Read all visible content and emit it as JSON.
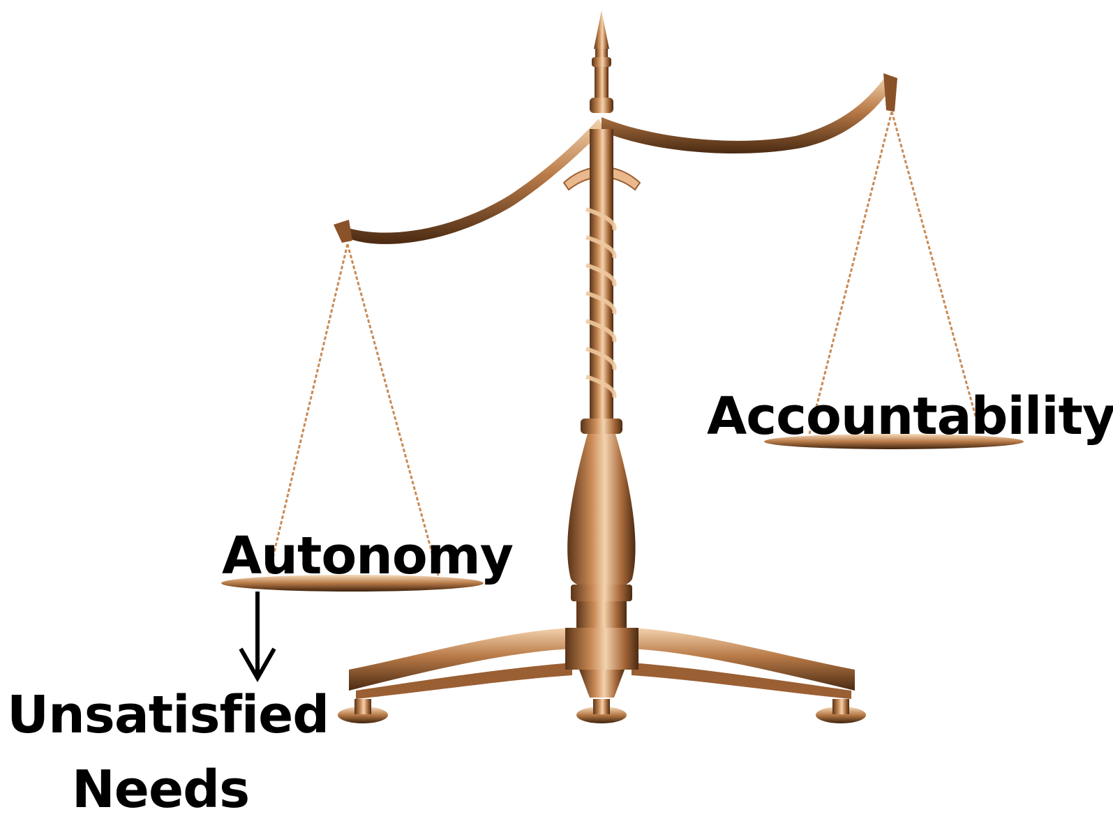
{
  "labels": {
    "accountability": "Accountability",
    "autonomy": "Autonomy",
    "unsatisfied_line1": "Unsatisfied",
    "unsatisfied_line2": "Needs"
  },
  "colors": {
    "background": "#ffffff",
    "metal_dark": "#5a3418",
    "metal_mid": "#a8693a",
    "metal_light": "#f0c9a0",
    "text": "#000000",
    "arrow": "#000000"
  },
  "icons": {
    "balance_scale": "balance-scale-icon",
    "arrow": "arrow-down-icon"
  }
}
